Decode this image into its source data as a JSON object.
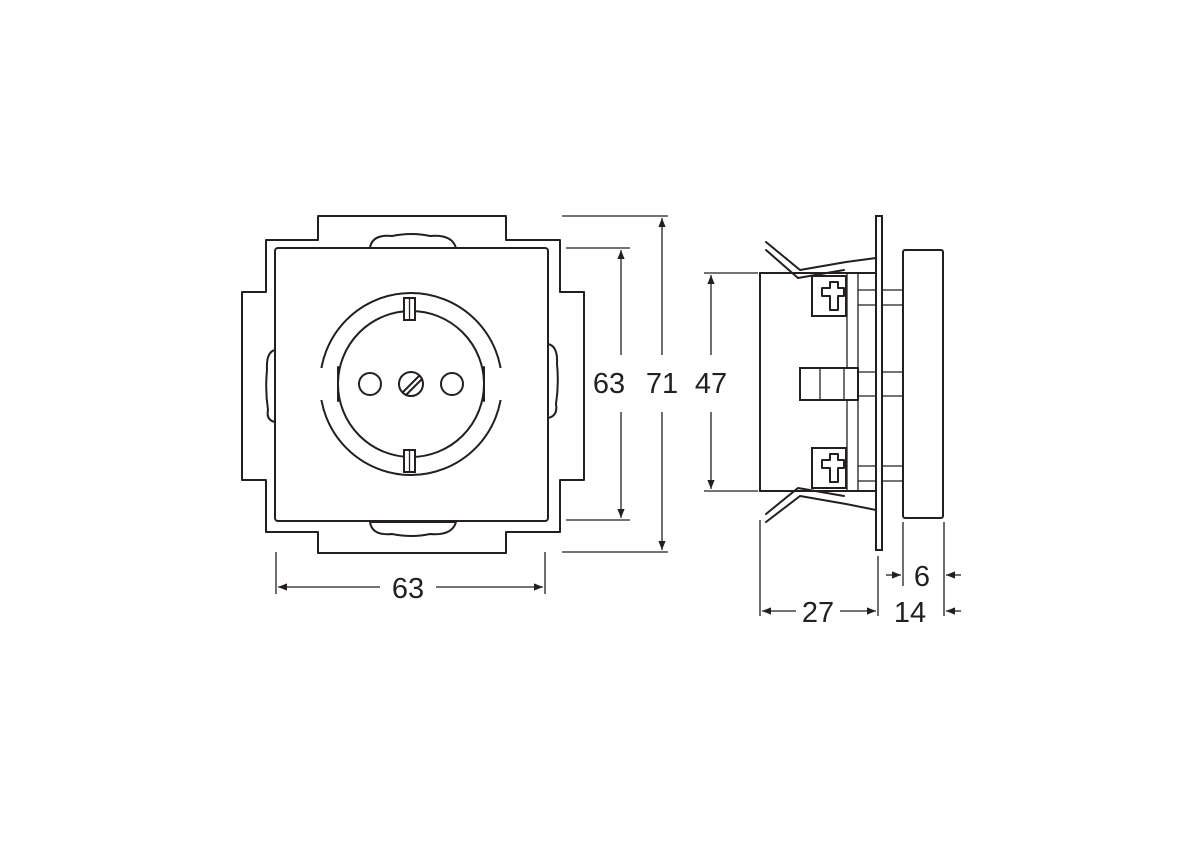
{
  "dimensions": {
    "front_width": "63",
    "front_inner_height": "63",
    "front_outer_height": "71",
    "side_body_height": "47",
    "side_depth": "27",
    "side_front_thickness": "6",
    "side_total_front": "14"
  },
  "colors": {
    "line": "#231f20",
    "background": "#ffffff"
  }
}
